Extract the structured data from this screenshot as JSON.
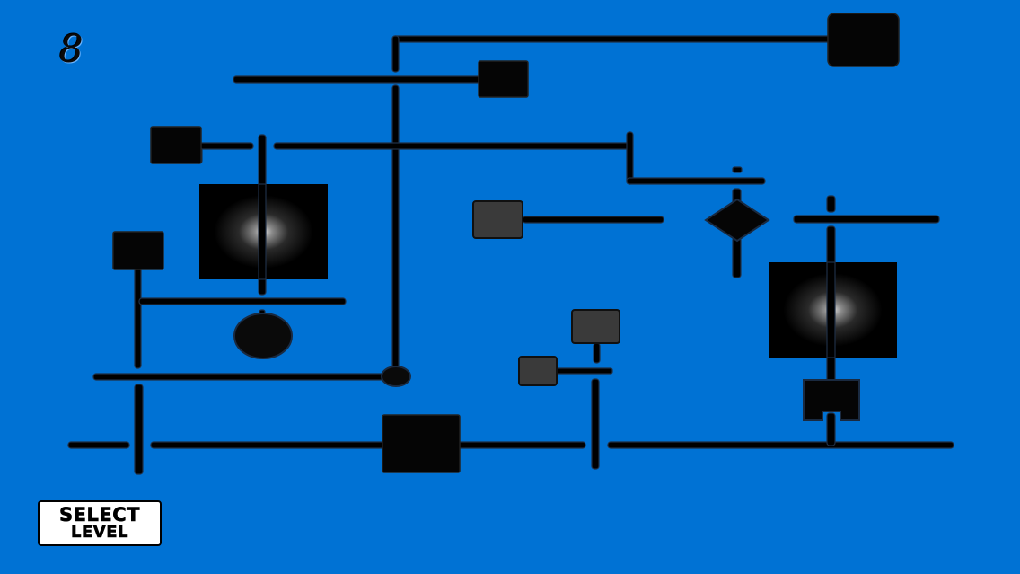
{
  "level": {
    "number": "8"
  },
  "buttons": {
    "select_level_line1": "SELECT",
    "select_level_line2": "LEVEL"
  },
  "colors": {
    "background": "#0072d4",
    "pipe": "#000000",
    "movable_block": "#3a3a3a"
  },
  "icons": {
    "magnet": "magnet-icon",
    "valve": "valve-icon",
    "gate": "gate-icon"
  }
}
